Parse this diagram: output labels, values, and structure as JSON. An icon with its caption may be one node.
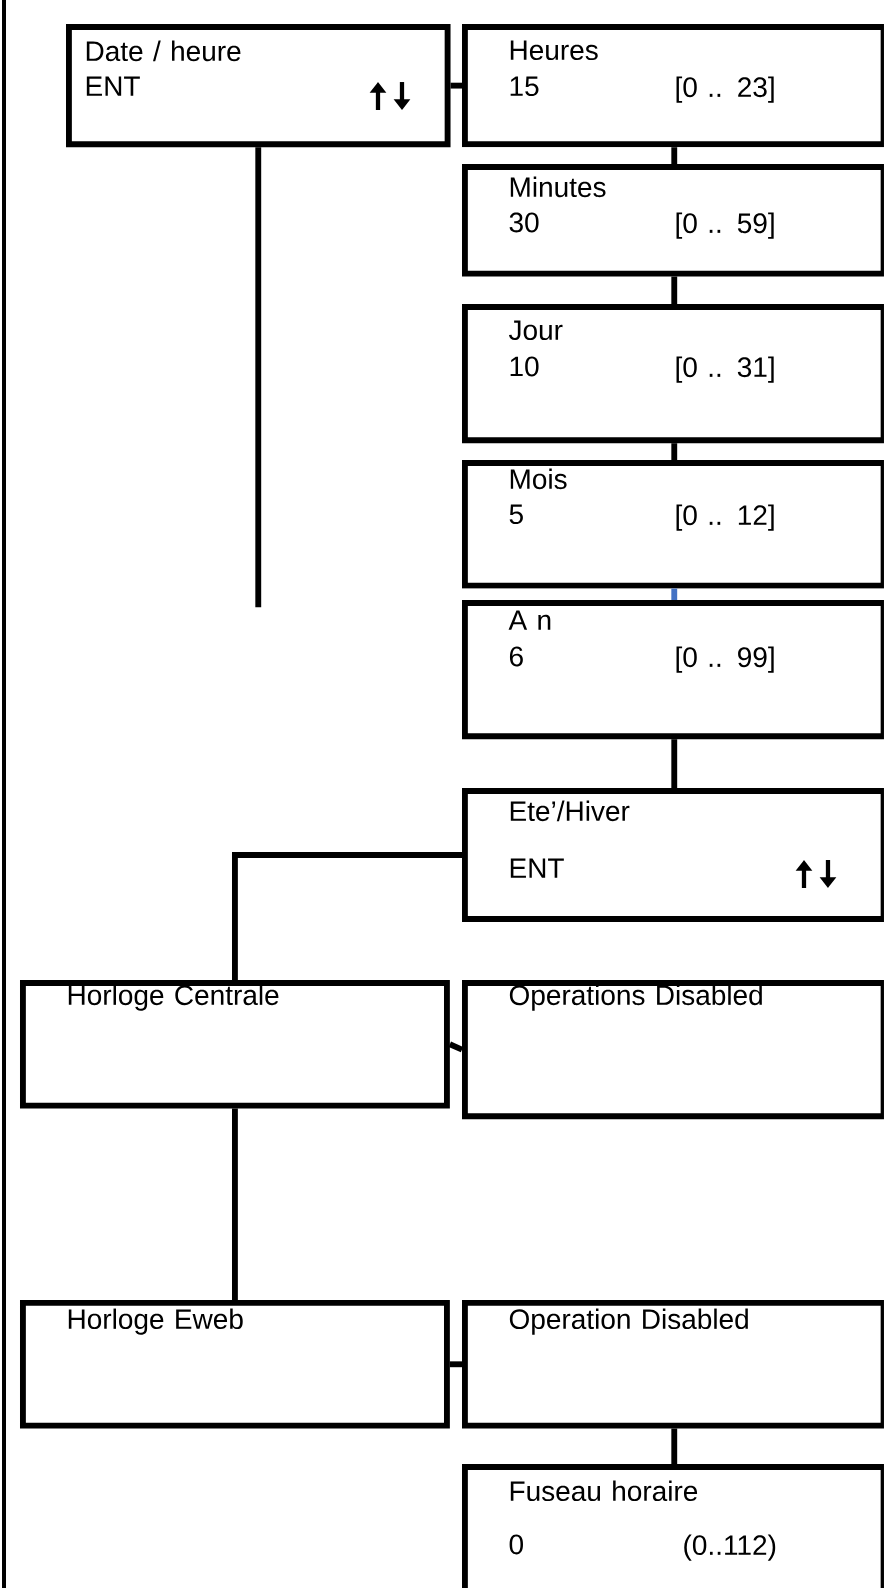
{
  "diagram": {
    "nodes": [
      {
        "text": [
          "Date / heure",
          "ENT"
        ]
      },
      {
        "text": [
          "Heures",
          "15",
          "[0 .. 23]"
        ]
      },
      {
        "text": [
          "Minutes",
          "30",
          "[0 .. 59]"
        ]
      },
      {
        "text": [
          "Jour",
          "10",
          "[0 .. 31]"
        ]
      },
      {
        "text": [
          "Mois",
          "5",
          "[0 .. 12]"
        ]
      },
      {
        "text": [
          "A n",
          "6",
          "[0 .. 99]"
        ]
      },
      {
        "text": [
          "Ete’/Hiver",
          "ENT"
        ]
      },
      {
        "text": [
          "Horloge Centrale"
        ]
      },
      {
        "text": [
          "Operations Disabled"
        ]
      },
      {
        "text": [
          "Horloge Eweb"
        ]
      },
      {
        "text": [
          "Operation Disabled"
        ]
      },
      {
        "text": [
          "Fuseau horaire",
          "0",
          "(0..112)"
        ]
      }
    ],
    "edges": [
      {
        "from": 0,
        "to": 1,
        "arrow": "none"
      },
      {
        "from": 0,
        "to": null,
        "arrow": "none"
      },
      {
        "from": 1,
        "to": 2,
        "arrow": "none"
      },
      {
        "from": 2,
        "to": 3,
        "arrow": "none"
      },
      {
        "from": 3,
        "to": 4,
        "arrow": "none"
      },
      {
        "from": 4,
        "to": 5,
        "arrow": "none",
        "color": "#4472c4"
      },
      {
        "from": 5,
        "to": 6,
        "arrow": "none"
      },
      {
        "from": 6,
        "to": 7,
        "arrow": "none"
      },
      {
        "from": 7,
        "to": 8,
        "arrow": "none"
      },
      {
        "from": 7,
        "to": 9,
        "arrow": "none"
      },
      {
        "from": 9,
        "to": 10,
        "arrow": "none"
      },
      {
        "from": 10,
        "to": 11,
        "arrow": "none"
      }
    ]
  }
}
